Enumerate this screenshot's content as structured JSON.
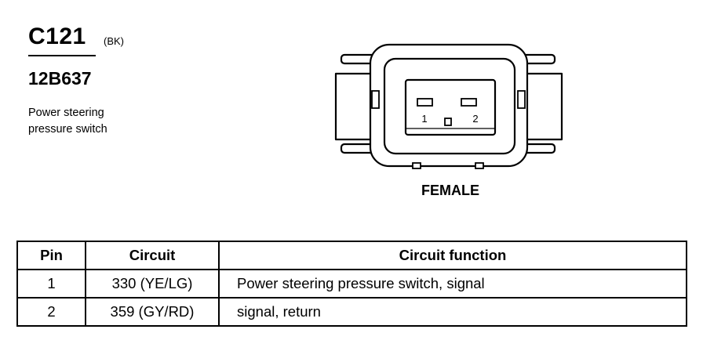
{
  "connector": {
    "id": "C121",
    "color_code": "(BK)",
    "part_number": "12B637",
    "description_lines": [
      "Power steering",
      "pressure switch"
    ]
  },
  "diagram": {
    "pin_labels": [
      "1",
      "2"
    ],
    "view_label": "FEMALE"
  },
  "table": {
    "headers": [
      "Pin",
      "Circuit",
      "Circuit function"
    ],
    "rows": [
      {
        "pin": "1",
        "circuit": "330 (YE/LG)",
        "function": "Power steering pressure switch, signal"
      },
      {
        "pin": "2",
        "circuit": "359 (GY/RD)",
        "function": "signal, return"
      }
    ]
  }
}
